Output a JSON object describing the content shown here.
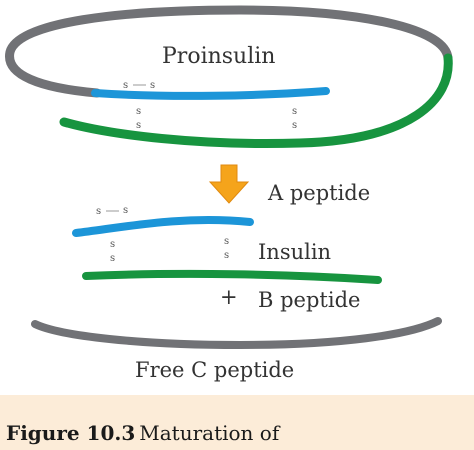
{
  "diagram": {
    "labels": {
      "proinsulin": "Proinsulin",
      "a_peptide": "A peptide",
      "insulin": "Insulin",
      "plus": "+",
      "b_peptide": "B peptide",
      "free_c_peptide": "Free C peptide"
    },
    "disulfide_letter": "s",
    "colors": {
      "a_chain": "#1c95d8",
      "b_chain": "#17943f",
      "c_peptide": "#717276",
      "arrow": "#f5a41b",
      "caption_bg": "#fcecd8"
    }
  },
  "caption": {
    "number": "Figure 10.3",
    "text": "Maturation of"
  }
}
